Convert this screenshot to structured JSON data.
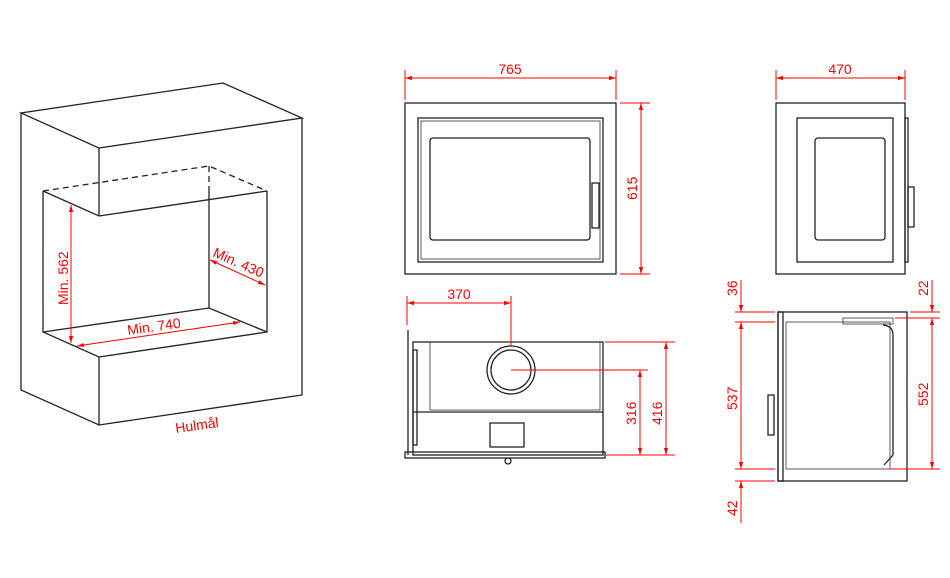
{
  "iso_view": {
    "label": "Hulmål",
    "min_height": "Min. 562",
    "min_width": "Min. 740",
    "min_depth": "Min. 430"
  },
  "front_view": {
    "width": "765",
    "height": "615"
  },
  "side_view": {
    "width": "470"
  },
  "top_view": {
    "flue_offset": "370",
    "flue_height_inner": "316",
    "flue_height_outer": "416"
  },
  "side_section": {
    "top_left": "36",
    "middle_left": "537",
    "bottom_left": "42",
    "top_right": "22",
    "middle_right": "552"
  },
  "colors": {
    "dimension": "#ff0000",
    "outline": "#222222"
  }
}
